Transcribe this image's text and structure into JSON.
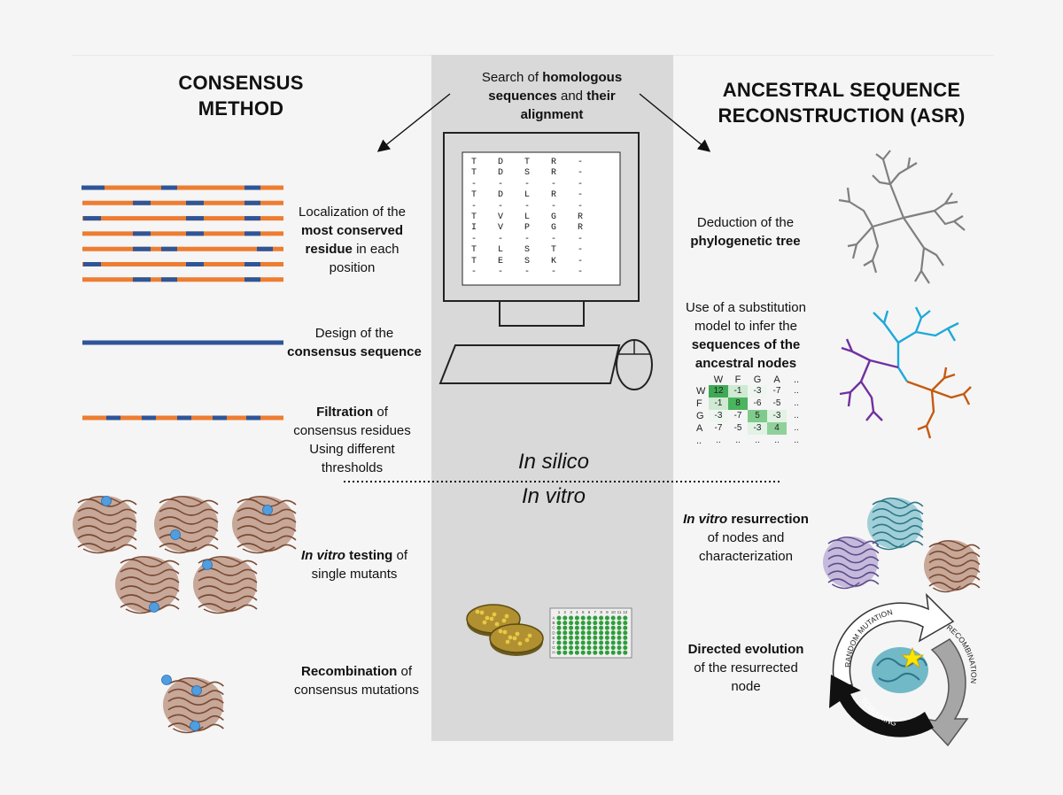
{
  "titles": {
    "consensus": [
      "CONSENSUS",
      "METHOD"
    ],
    "asr": [
      "ANCESTRAL SEQUENCE",
      "RECONSTRUCTION (ASR)"
    ]
  },
  "center": {
    "search": {
      "p1": "Search of ",
      "b1": "homologous",
      "b2": "sequences",
      "p2": " and ",
      "b3": "their",
      "b4": "alignment"
    },
    "alignment_rows": [
      [
        "T",
        "D",
        "T",
        "R",
        "-"
      ],
      [
        "T",
        "D",
        "S",
        "R",
        "-"
      ],
      [
        "-",
        "-",
        "-",
        "-",
        "-"
      ],
      [
        "T",
        "D",
        "L",
        "R",
        "-"
      ],
      [
        "-",
        "-",
        "-",
        "-",
        "-"
      ],
      [
        "T",
        "V",
        "L",
        "G",
        "R"
      ],
      [
        "I",
        "V",
        "P",
        "G",
        "R"
      ],
      [
        "-",
        "-",
        "-",
        "-",
        "-"
      ],
      [
        "T",
        "L",
        "S",
        "T",
        "-"
      ],
      [
        "T",
        "E",
        "S",
        "K",
        "-"
      ],
      [
        "-",
        "-",
        "-",
        "-",
        "-"
      ]
    ],
    "in_silico": "In silico",
    "in_vitro": "In vitro",
    "plate_cols": [
      "1",
      "2",
      "3",
      "4",
      "5",
      "6",
      "7",
      "8",
      "9",
      "10",
      "11",
      "12"
    ],
    "plate_rows": [
      "A",
      "B",
      "C",
      "D",
      "E",
      "F",
      "G",
      "H"
    ]
  },
  "consensus": {
    "step1": {
      "l1": "Localization of the",
      "b1": "most conserved",
      "b2": "residue",
      "l3": " in each",
      "l4": "position"
    },
    "step2": {
      "l1": "Design of the",
      "b1": "consensus sequence"
    },
    "step3": {
      "b1": "Filtration",
      "l1": " of",
      "l2": "consensus residues",
      "l3": "Using different",
      "l4": "thresholds"
    },
    "step4": {
      "i1": "In vitro",
      "b1": " testing",
      "l1": " of",
      "l2": "single mutants"
    },
    "step5": {
      "b1": "Recombination",
      "l1": " of",
      "l2": "consensus mutations"
    }
  },
  "asr": {
    "step1": {
      "l1": "Deduction of the",
      "b1": "phylogenetic tree"
    },
    "step2": {
      "l1": "Use of a substitution",
      "l2": "model to infer the",
      "b1": "sequences of the",
      "b2": "ancestral nodes"
    },
    "matrix": {
      "cols": [
        "W",
        "F",
        "G",
        "A",
        ".."
      ],
      "rows": [
        {
          "name": "W",
          "vals": [
            "12",
            "-1",
            "-3",
            "-7",
            ".."
          ]
        },
        {
          "name": "F",
          "vals": [
            "-1",
            "8",
            "-6",
            "-5",
            ".."
          ]
        },
        {
          "name": "G",
          "vals": [
            "-3",
            "-7",
            "5",
            "-3",
            ".."
          ]
        },
        {
          "name": "A",
          "vals": [
            "-7",
            "-5",
            "-3",
            "4",
            ".."
          ]
        },
        {
          "name": "..",
          "vals": [
            "..",
            "..",
            "..",
            "..",
            ".."
          ]
        }
      ]
    },
    "step3": {
      "i1": "In vitro",
      "b1": " resurrection",
      "l1": "of nodes and",
      "l2": "characterization"
    },
    "step4": {
      "b1": "Directed evolution",
      "l1": "of the resurrected",
      "l2": "node"
    },
    "cycle": {
      "random": "RANDOM MUTATION",
      "recomb": "RECOMBINATION",
      "screen": "SCREENING"
    }
  },
  "colors": {
    "orange": "#ed7d31",
    "blue": "#2f5597",
    "gray_band": "#d9d9d9",
    "tree_gray": "#7f7f7f",
    "tree_purple": "#7030a0",
    "tree_cyan": "#1fa9d9",
    "tree_brown": "#c55a11",
    "plate_green": "#2e9e3a",
    "protein_brown": "#a0664a",
    "protein_teal": "#5aaec0",
    "protein_lilac": "#9c88c4",
    "mut_dot": "#4f9ee0"
  }
}
